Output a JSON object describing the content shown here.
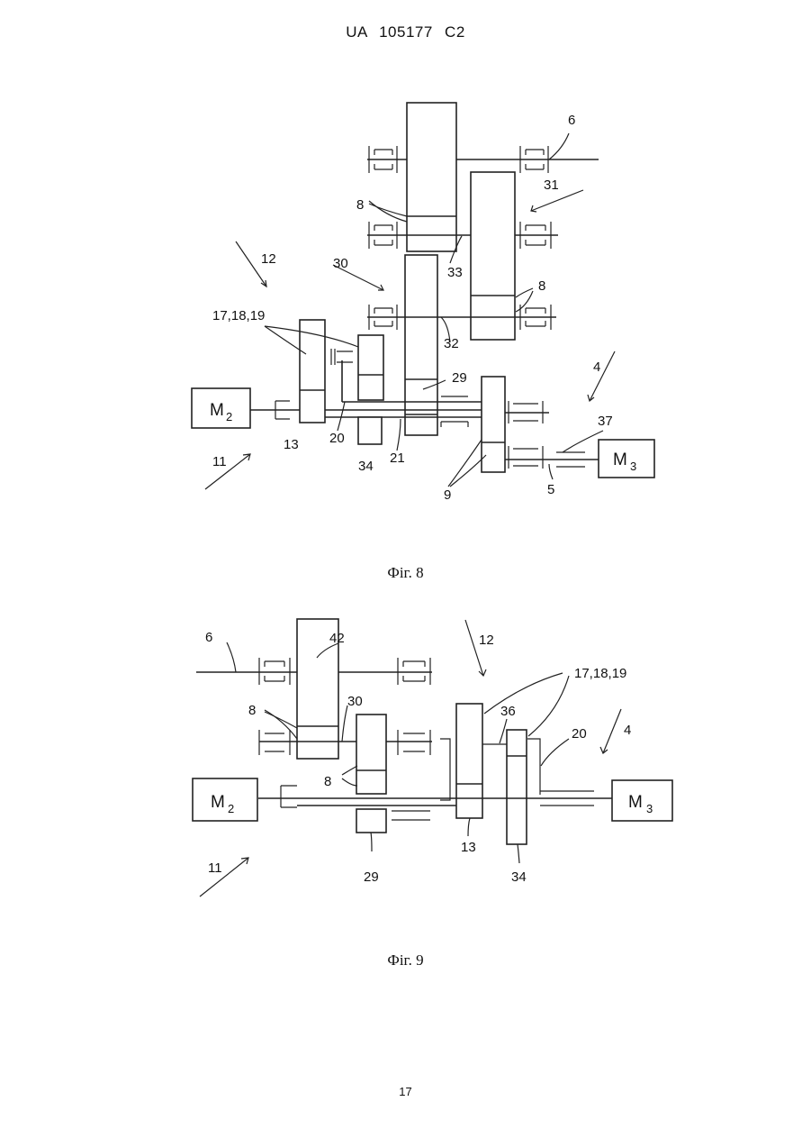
{
  "header": {
    "doc_id": "UA   105177   C2"
  },
  "fig8": {
    "caption": "Фіг. 8",
    "labels": {
      "l6": "6",
      "l31": "31",
      "l8a": "8",
      "l30": "30",
      "l33": "33",
      "l12": "12",
      "l8b": "8",
      "l171819": "17,18,19",
      "l32": "32",
      "l4": "4",
      "l29": "29",
      "l37": "37",
      "l20": "20",
      "l13": "13",
      "l34": "34",
      "l21": "21",
      "l11": "11",
      "l9": "9",
      "l5": "5"
    },
    "motor_left": {
      "letter": "M",
      "sub": "2"
    },
    "motor_right": {
      "letter": "M",
      "sub": "3"
    }
  },
  "fig9": {
    "caption": "Фіг. 9",
    "labels": {
      "l6": "6",
      "l42": "42",
      "l12": "12",
      "l171819": "17,18,19",
      "l30": "30",
      "l8a": "8",
      "l36": "36",
      "l20": "20",
      "l4": "4",
      "l8b": "8",
      "l11": "11",
      "l29": "29",
      "l13": "13",
      "l34": "34"
    },
    "motor_left": {
      "letter": "M",
      "sub": "2"
    },
    "motor_right": {
      "letter": "M",
      "sub": "3"
    }
  },
  "footer": {
    "page_number": "17"
  }
}
